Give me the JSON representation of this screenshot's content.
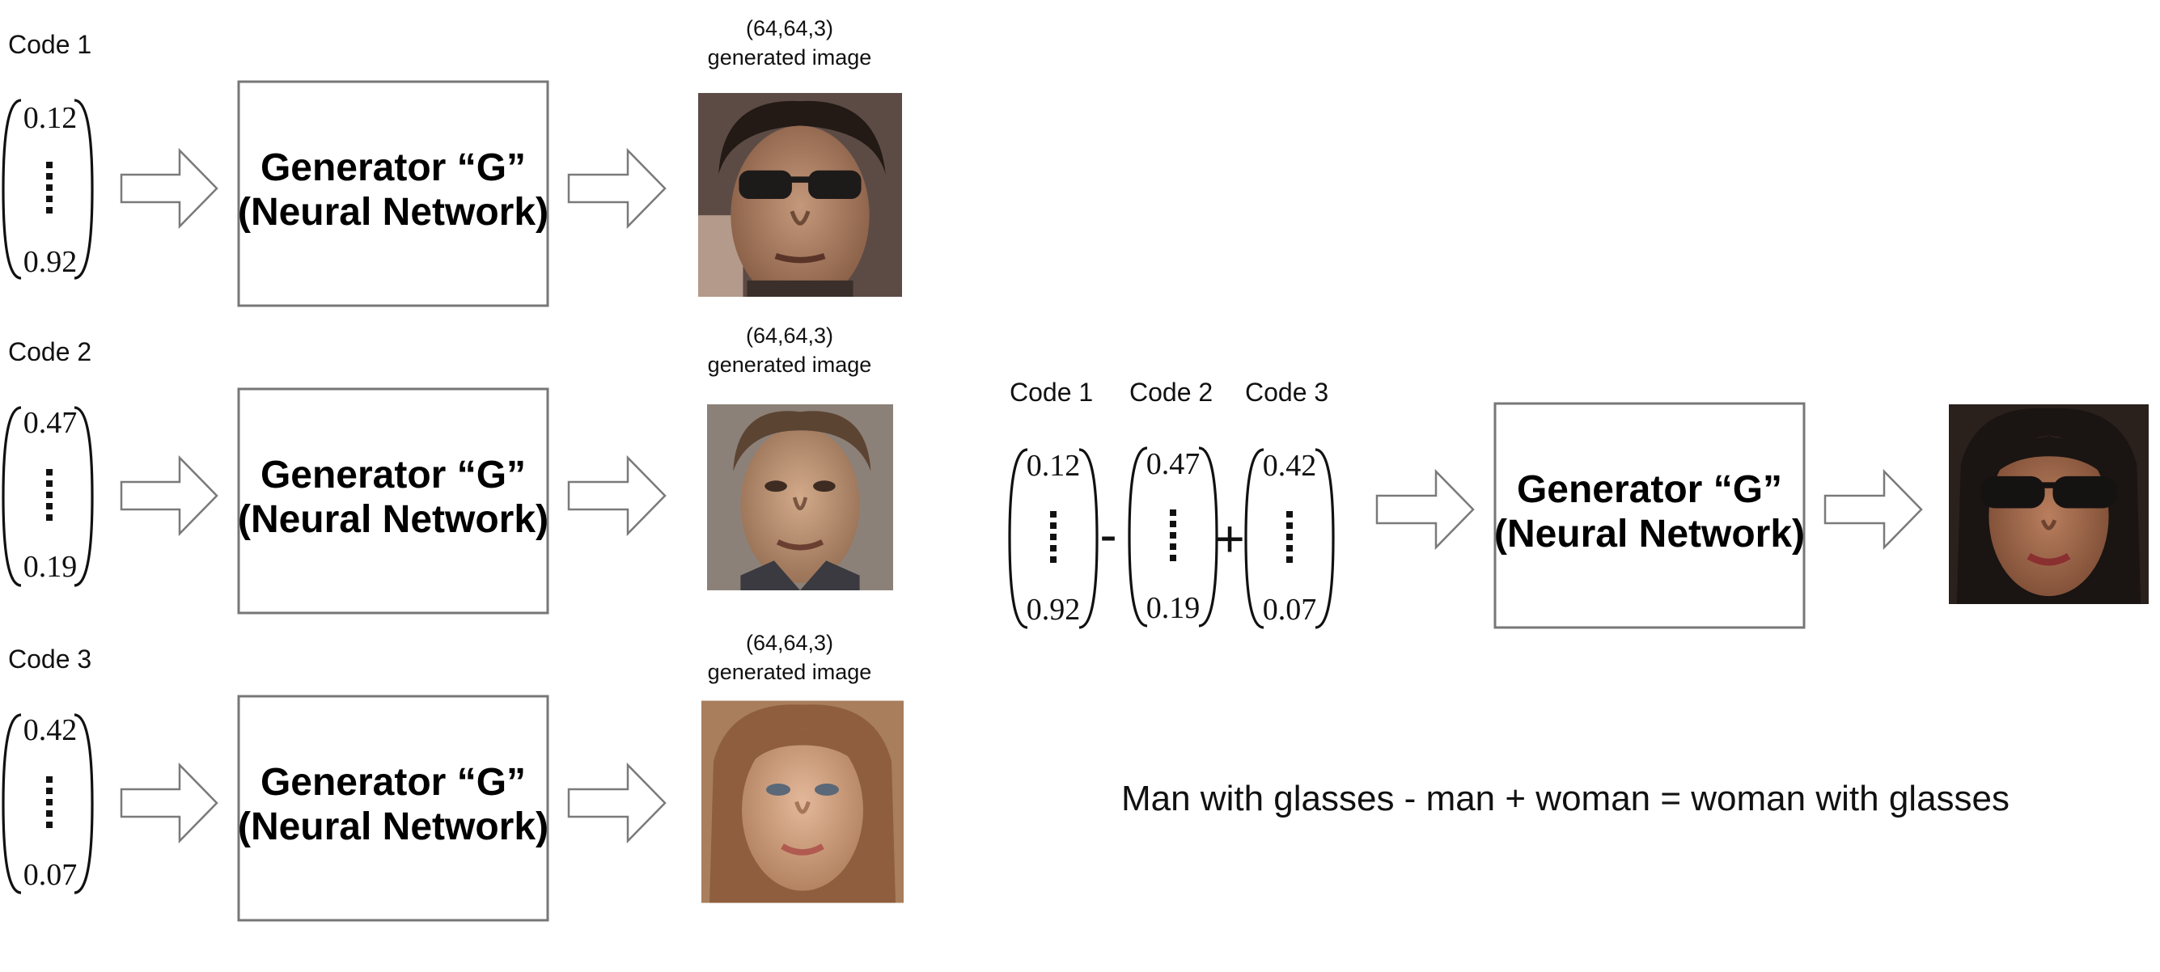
{
  "codes": [
    {
      "label": "Code 1",
      "top": "0.12",
      "bottom": "0.92",
      "caption_line1": "(64,64,3)",
      "caption_line2": "generated image"
    },
    {
      "label": "Code 2",
      "top": "0.47",
      "bottom": "0.19",
      "caption_line1": "(64,64,3)",
      "caption_line2": "generated image"
    },
    {
      "label": "Code 3",
      "top": "0.42",
      "bottom": "0.07",
      "caption_line1": "(64,64,3)",
      "caption_line2": "generated image"
    }
  ],
  "generator": {
    "line1": "Generator “G”",
    "line2": "(Neural Network)"
  },
  "arithmetic": {
    "vectors": [
      {
        "label": "Code 1",
        "top": "0.12",
        "bottom": "0.92"
      },
      {
        "label": "Code 2",
        "top": "0.47",
        "bottom": "0.19"
      },
      {
        "label": "Code 3",
        "top": "0.42",
        "bottom": "0.07"
      }
    ],
    "op_minus": "-",
    "op_plus": "+",
    "equation": "Man with glasses - man + woman = woman with glasses"
  },
  "images": [
    {
      "name": "man-with-glasses",
      "skin": "#a97f63",
      "hair": "#2a1e18",
      "bg": "#5a4a44",
      "glasses": true
    },
    {
      "name": "man",
      "skin": "#b9906f",
      "hair": "#5a4232",
      "bg": "#8a8078",
      "glasses": false
    },
    {
      "name": "woman",
      "skin": "#c99a7c",
      "hair": "#8a5a3c",
      "bg": "#a57d5e",
      "glasses": false
    },
    {
      "name": "woman-with-glasses",
      "skin": "#a06a4e",
      "hair": "#1a1412",
      "bg": "#2a201c",
      "glasses": true
    }
  ]
}
